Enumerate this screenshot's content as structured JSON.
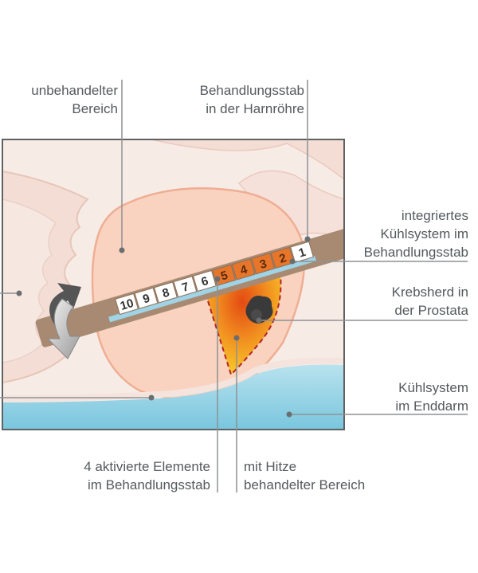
{
  "labels": {
    "untreated": "unbehandelter\nBereich",
    "rod_urethra": "Behandlungsstab\nin der Harnröhre",
    "integrated_cooling": "integriertes\nKühlsystem im\nBehandlungsstab",
    "cancer_focus": "Krebsherd in\nder Prostata",
    "rectal_cooling": "Kühlsystem\nim Enddarm",
    "active_elements": "4 aktivierte Elemente\nim Behandlungsstab",
    "heat_area": "mit Hitze\nbehandelter Bereich"
  },
  "rod_elements": [
    {
      "number": "1",
      "active": false
    },
    {
      "number": "2",
      "active": true
    },
    {
      "number": "3",
      "active": true
    },
    {
      "number": "4",
      "active": true
    },
    {
      "number": "5",
      "active": true
    },
    {
      "number": "6",
      "active": false
    },
    {
      "number": "7",
      "active": false
    },
    {
      "number": "8",
      "active": false
    },
    {
      "number": "9",
      "active": false
    },
    {
      "number": "10",
      "active": false
    }
  ],
  "colors": {
    "frame": "#5f6163",
    "tissue_bg": "#f7ebe6",
    "prostata": "#f9d3bf",
    "prostata_outline": "#efae93",
    "rod": "#a88a72",
    "cooling_stripe": "#9fd3e5",
    "active_element": "#e7762a",
    "inactive_element": "#ffffff",
    "heat_center": "#e8581a",
    "heat_edge": "#f7c62a",
    "heat_outline": "#b3232a",
    "rectum_cooling": "#82cbe0",
    "leader_line": "#8e9194",
    "text": "#555a5d"
  }
}
